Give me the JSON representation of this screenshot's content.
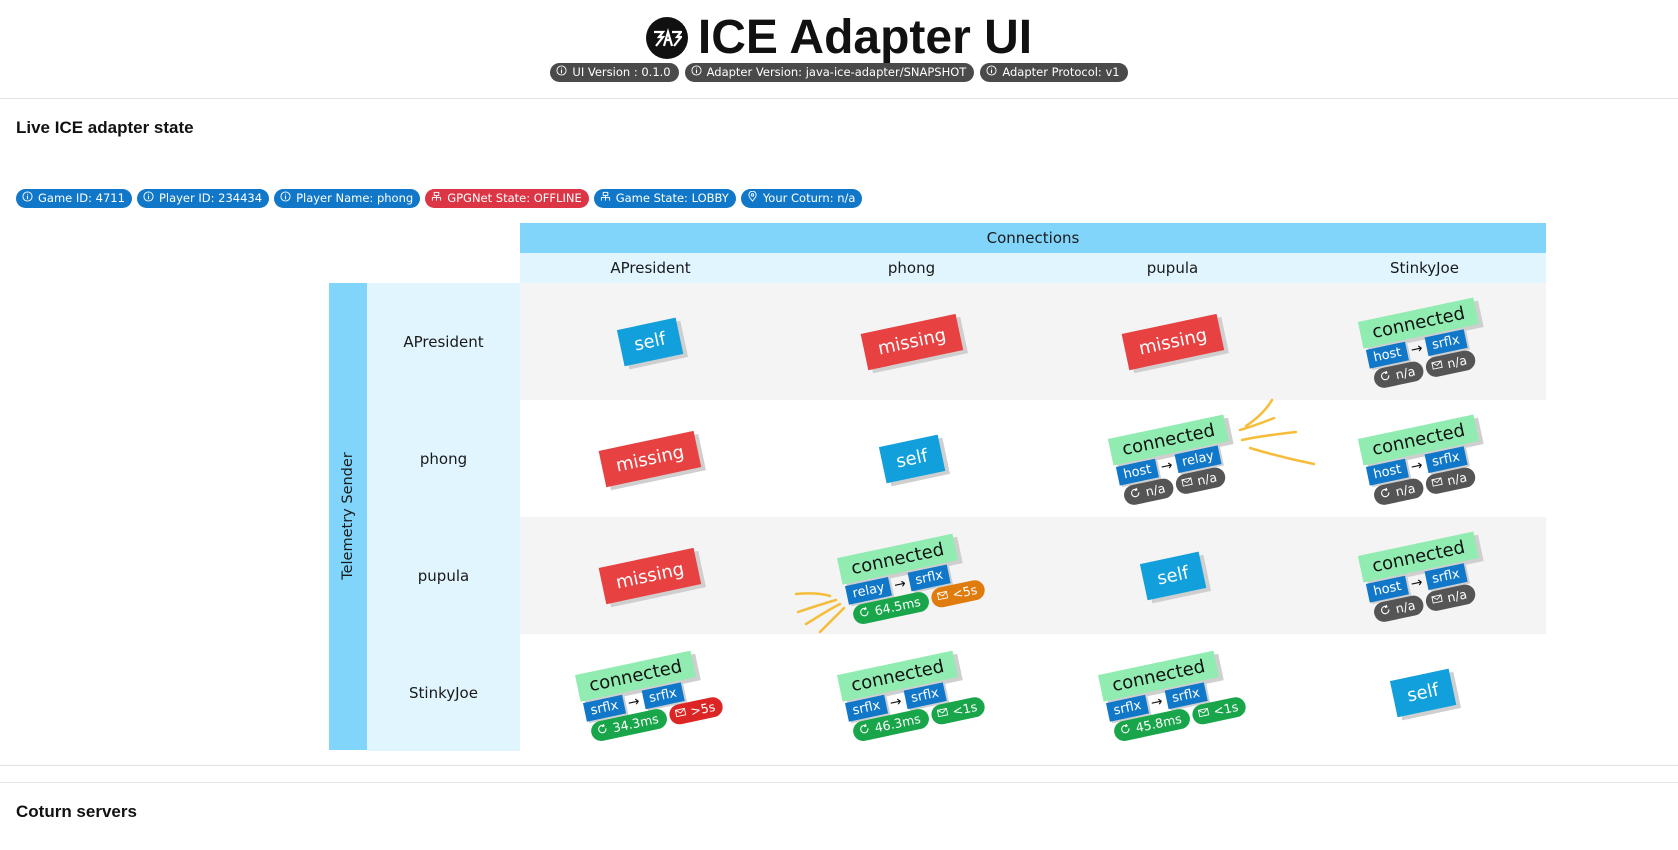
{
  "header": {
    "title": "ICE Adapter UI",
    "badges": [
      "UI Version : 0.1.0",
      "Adapter Version: java-ice-adapter/SNAPSHOT",
      "Adapter Protocol: v1"
    ]
  },
  "live": {
    "title": "Live ICE adapter state",
    "state_badges": [
      {
        "label": "Game ID: 4711",
        "icon": "info-icon",
        "color": "#1178c9"
      },
      {
        "label": "Player ID: 234434",
        "icon": "info-icon",
        "color": "#1178c9"
      },
      {
        "label": "Player Name: phong",
        "icon": "info-icon",
        "color": "#1178c9"
      },
      {
        "label": "GPGNet State: OFFLINE",
        "icon": "lan-icon",
        "color": "#dc3545"
      },
      {
        "label": "Game State: LOBBY",
        "icon": "lan-icon",
        "color": "#1178c9"
      },
      {
        "label": "Your Coturn: n/a",
        "icon": "location-pin-icon",
        "color": "#1178c9"
      }
    ]
  },
  "grid": {
    "connections_label": "Connections",
    "sender_label": "Telemetry Sender",
    "columns": [
      "APresident",
      "phong",
      "pupula",
      "StinkyJoe"
    ],
    "rows": [
      {
        "name": "APresident",
        "cells": [
          {
            "type": "self",
            "label": "self"
          },
          {
            "type": "missing",
            "label": "missing"
          },
          {
            "type": "missing",
            "label": "missing"
          },
          {
            "type": "connected",
            "label": "connected",
            "local": "host",
            "remote": "srflx",
            "rtt": "n/a",
            "rtt_color": "grey",
            "msg": "n/a",
            "msg_color": "grey"
          }
        ]
      },
      {
        "name": "phong",
        "cells": [
          {
            "type": "missing",
            "label": "missing"
          },
          {
            "type": "self",
            "label": "self"
          },
          {
            "type": "connected",
            "label": "connected",
            "local": "host",
            "remote": "relay",
            "rtt": "n/a",
            "rtt_color": "grey",
            "msg": "n/a",
            "msg_color": "grey"
          },
          {
            "type": "connected",
            "label": "connected",
            "local": "host",
            "remote": "srflx",
            "rtt": "n/a",
            "rtt_color": "grey",
            "msg": "n/a",
            "msg_color": "grey"
          }
        ]
      },
      {
        "name": "pupula",
        "cells": [
          {
            "type": "missing",
            "label": "missing"
          },
          {
            "type": "connected",
            "label": "connected",
            "local": "relay",
            "remote": "srflx",
            "rtt": "64.5ms",
            "rtt_color": "green",
            "msg": "<5s",
            "msg_color": "orange"
          },
          {
            "type": "self",
            "label": "self"
          },
          {
            "type": "connected",
            "label": "connected",
            "local": "host",
            "remote": "srflx",
            "rtt": "n/a",
            "rtt_color": "grey",
            "msg": "n/a",
            "msg_color": "grey"
          }
        ]
      },
      {
        "name": "StinkyJoe",
        "cells": [
          {
            "type": "connected",
            "label": "connected",
            "local": "srflx",
            "remote": "srflx",
            "rtt": "34.3ms",
            "rtt_color": "green",
            "msg": ">5s",
            "msg_color": "red"
          },
          {
            "type": "connected",
            "label": "connected",
            "local": "srflx",
            "remote": "srflx",
            "rtt": "46.3ms",
            "rtt_color": "green",
            "msg": "<1s",
            "msg_color": "green"
          },
          {
            "type": "connected",
            "label": "connected",
            "local": "srflx",
            "remote": "srflx",
            "rtt": "45.8ms",
            "rtt_color": "green",
            "msg": "<1s",
            "msg_color": "green"
          },
          {
            "type": "self",
            "label": "self"
          }
        ]
      }
    ]
  },
  "coturn": {
    "title": "Coturn servers"
  }
}
